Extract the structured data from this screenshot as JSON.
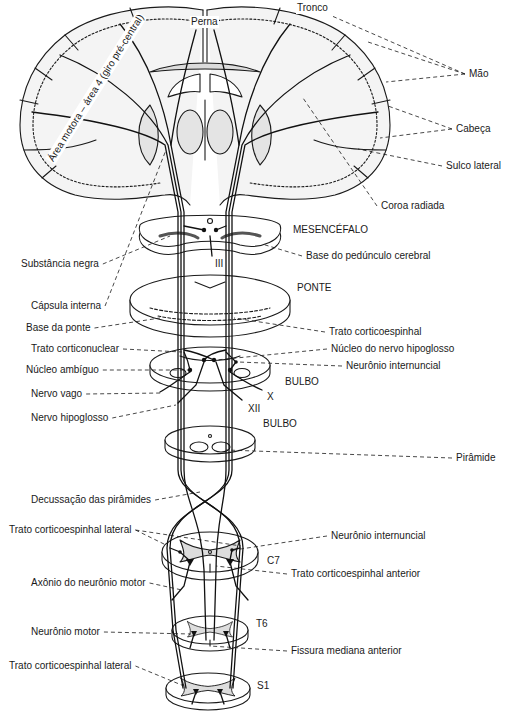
{
  "diagram": {
    "labels": [
      "Área motora – área 4 (giro pré-central)",
      "Perna",
      "Tronco",
      "Mão",
      "Cabeça",
      "Sulco lateral",
      "Coroa radiada",
      "Cápsula interna",
      "MESENCÉFALO",
      "Substância negra",
      "III",
      "Base do pedúnculo cerebral",
      "PONTE",
      "Base da ponte",
      "Trato corticoespinhal",
      "Trato corticonuclear",
      "Núcleo do nervo hipoglosso",
      "Neurônio internuncial",
      "Núcleo ambíguo",
      "BULBO",
      "Nervo vago",
      "X",
      "XII",
      "Nervo hipoglosso",
      "Pirâmide",
      "BULBO",
      "Decussação das pirâmides",
      "Trato corticoespinhal lateral",
      "Neurônio internuncial",
      "C7",
      "Axônio do neurônio motor",
      "Trato corticoespinhal anterior",
      "T6",
      "Neurônio motor",
      "Fissura mediana anterior",
      "Trato corticoespinhal lateral",
      "S1"
    ]
  }
}
